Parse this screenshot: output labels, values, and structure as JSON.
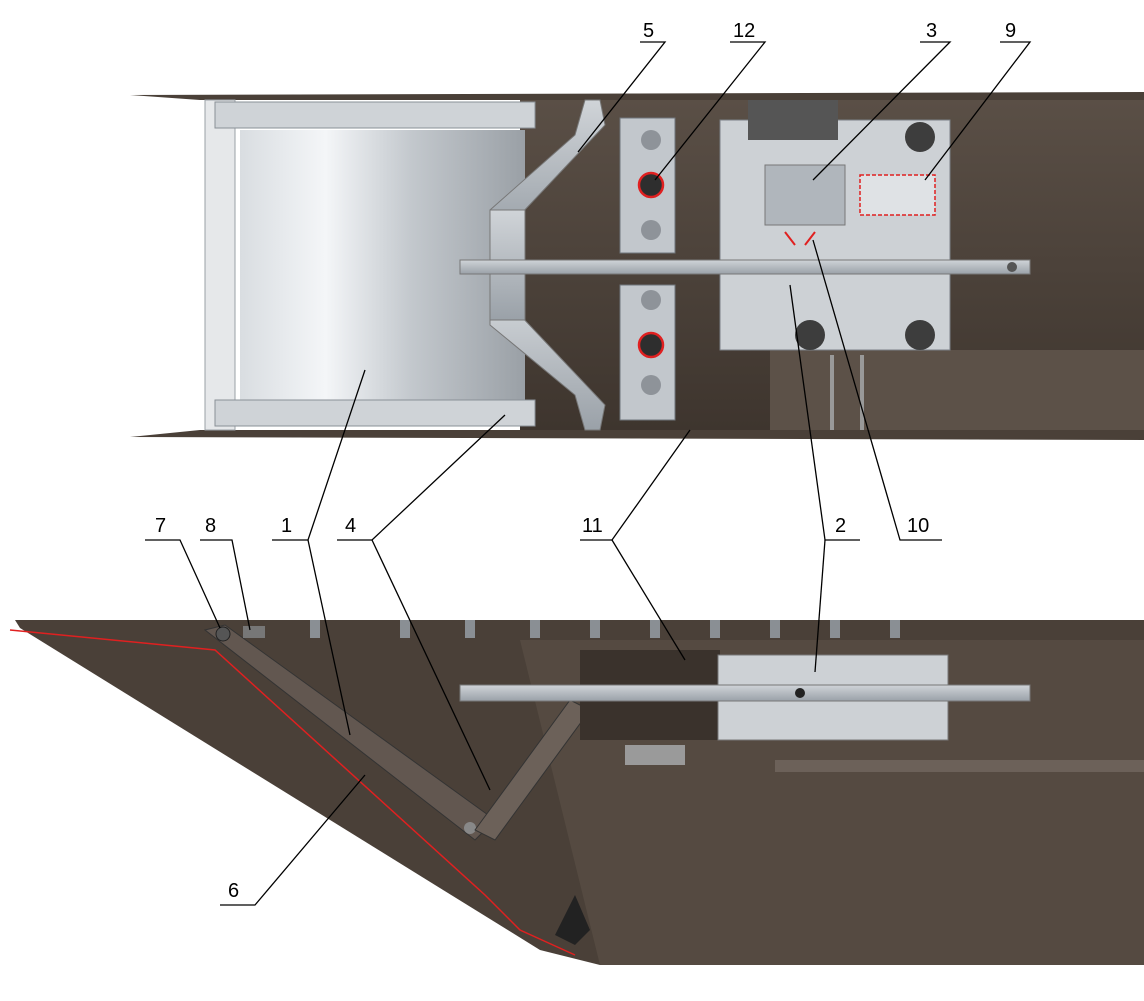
{
  "callouts": {
    "top": [
      "5",
      "12",
      "3",
      "9",
      "10",
      "11",
      "2",
      "4",
      "1"
    ],
    "bottom": [
      "7",
      "8",
      "1",
      "4",
      "11",
      "2",
      "6"
    ],
    "n1": "1",
    "n2": "2",
    "n3": "3",
    "n4": "4",
    "n5": "5",
    "n6": "6",
    "n7": "7",
    "n8": "8",
    "n9": "9",
    "n10": "10",
    "n11": "11",
    "n12": "12"
  },
  "colors": {
    "housing": "#4a4038",
    "housing_light": "#6d6156",
    "metal": "#b9bec4",
    "metal_dark": "#8c939a",
    "highlight": "#e02020",
    "leader": "#000000"
  }
}
